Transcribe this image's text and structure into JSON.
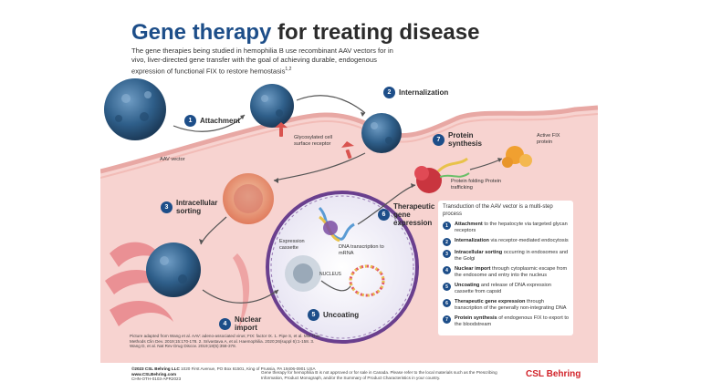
{
  "title": {
    "part1": "Gene therapy",
    "part2": " for treating disease"
  },
  "intro": "The gene therapies being studied in hemophilia B use recombinant AAV vectors for in vivo, liver-directed gene transfer with the goal of achieving durable, endogenous expression of functional FIX to restore hemostasis",
  "intro_sup": "1,2",
  "steps": [
    {
      "num": "1",
      "label": "Attachment"
    },
    {
      "num": "2",
      "label": "Internalization"
    },
    {
      "num": "3",
      "label": "Intracellular sorting"
    },
    {
      "num": "4",
      "label": "Nuclear import"
    },
    {
      "num": "5",
      "label": "Uncoating"
    },
    {
      "num": "6",
      "label": "Therapeutic gene expression"
    },
    {
      "num": "7",
      "label": "Protein synthesis"
    }
  ],
  "labels": {
    "aav_vector": "AAV vector",
    "receptor": "Glycosylated cell surface receptor",
    "active_fix": "Active FIX protein",
    "protein_folding": "Protein folding Protein trafficking",
    "expression_cassette": "Expression cassette",
    "dna_transcription": "DNA transcription to mRNA",
    "nucleus": "NUCLEUS"
  },
  "legend": {
    "intro": "Transduction of the AAV vector is a multi-step process",
    "items": [
      {
        "num": "1",
        "bold": "Attachment",
        "text": " to the hepatocyte via targeted glycan receptors"
      },
      {
        "num": "2",
        "bold": "Internalization",
        "text": " via receptor-mediated endocytosis"
      },
      {
        "num": "3",
        "bold": "Intracellular sorting",
        "text": " occurring in endosomes and the Golgi"
      },
      {
        "num": "4",
        "bold": "Nuclear import",
        "text": " through cytoplasmic escape from the endosome and entry into the nucleus"
      },
      {
        "num": "5",
        "bold": "Uncoating",
        "text": " and release of DNA expression cassette from capsid"
      },
      {
        "num": "6",
        "bold": "Therapeutic gene expression",
        "text": " through transcription of the generally non-integrating DNA"
      },
      {
        "num": "7",
        "bold": "Protein synthesis",
        "text": " of endogenous FIX to export to the bloodstream"
      }
    ]
  },
  "credit": "Picture adapted from Wang et al. AAV: adeno-associated virus; FIX: factor IX. 1. Pipe S, et al. Mol Ther Methods Clin Dev. 2019;15:170-178. 2. Srivastava A, et al. Haemophilia. 2020;26(suppl 6):1-158. 3. Wang D, et al. Nat Rev Drug Discov. 2019;18(5):358-378.",
  "footer": {
    "company": "©2023 CSL Behring LLC",
    "address": "1020 First Avenue, PO Box 61501, King of Prussia, PA 19406-0901 USA",
    "website": "www.CSLBehring.com",
    "code": "CHN-OTH-0103-APR2023",
    "disclaimer": "Gene therapy for hemophilia B is not approved or for sale in Canada. Please refer to the local materials such as the Prescribing Information, Product Monograph, and/or the Summary of Product Characteristics in your country.",
    "brand": "CSL Behring"
  },
  "colors": {
    "accent": "#1d4e89",
    "cell": "#f7d3d0",
    "cell_dark": "#e8a8a4",
    "virus": "#2f5f8a",
    "brand": "#d2232a"
  }
}
